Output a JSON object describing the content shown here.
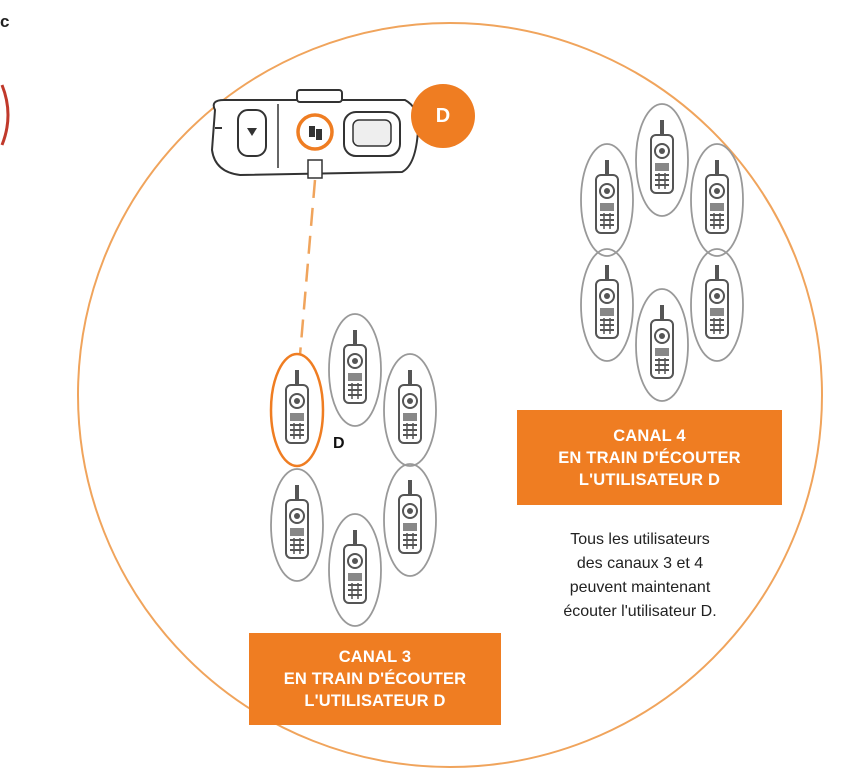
{
  "corner_label": "c",
  "badge_letter": "D",
  "user_label": "D",
  "channel4": {
    "line1": "CANAL 4",
    "line2": "EN TRAIN D'ÉCOUTER",
    "line3": "L'UTILISATEUR D"
  },
  "channel3": {
    "line1": "CANAL 3",
    "line2": "EN TRAIN D'ÉCOUTER",
    "line3": "L'UTILISATEUR D"
  },
  "note": {
    "line1": "Tous les utilisateurs",
    "line2": "des canaux 3 et 4",
    "line3": "peuvent maintenant",
    "line4": "écouter l'utilisateur D."
  },
  "colors": {
    "accent": "#ef7d22",
    "outline": "#999999",
    "radio": "#555555"
  }
}
